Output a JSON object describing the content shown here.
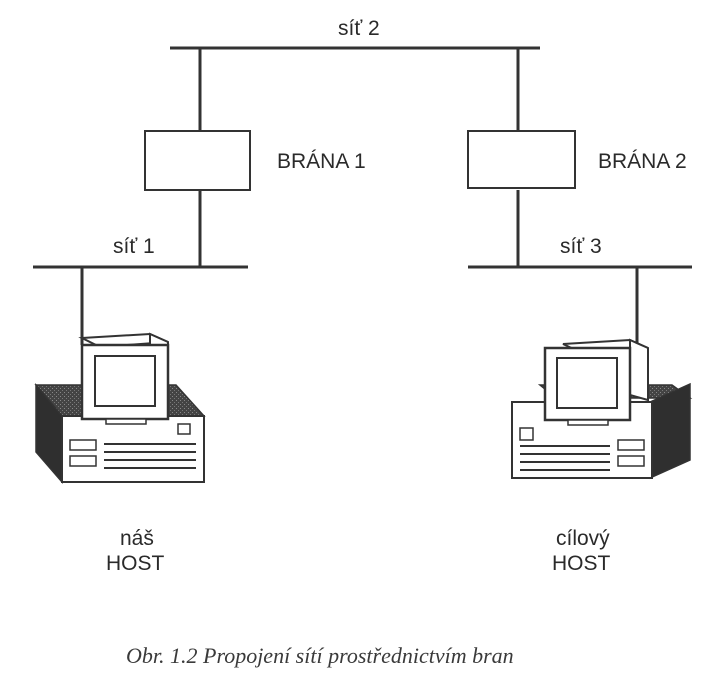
{
  "networks": {
    "net1": "síť 1",
    "net2": "síť 2",
    "net3": "síť 3"
  },
  "gateways": {
    "gateway1": "BRÁNA 1",
    "gateway2": "BRÁNA 2"
  },
  "hosts": {
    "left": {
      "line1": "náš",
      "line2": "HOST"
    },
    "right": {
      "line1": "cílový",
      "line2": "HOST"
    }
  },
  "caption": "Obr. 1.2 Propojení sítí prostřednictvím bran"
}
